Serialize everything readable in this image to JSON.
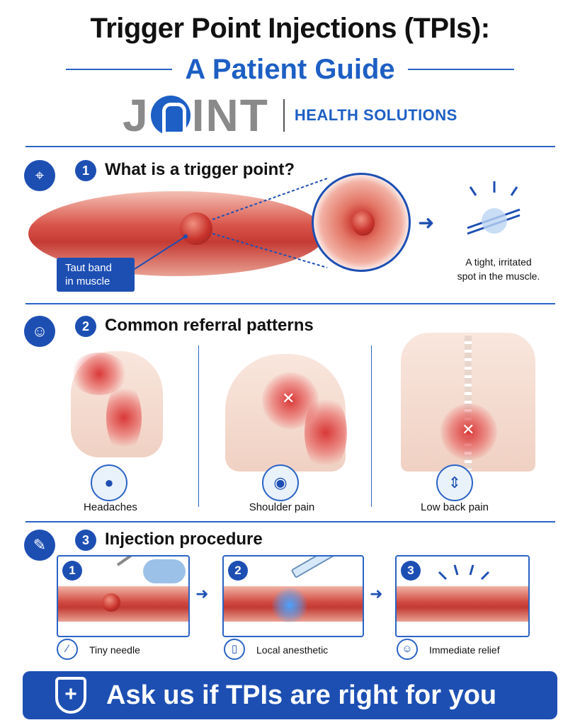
{
  "header": {
    "title_line1": "Trigger Point Injections (TPIs):",
    "title_line2": "A Patient Guide"
  },
  "logo": {
    "word_left": "J",
    "word_right": "INT",
    "subtitle": "HEALTH SOLUTIONS"
  },
  "section1": {
    "number": "1",
    "title": "What is a trigger point?",
    "icon": "target-icon",
    "label_line1": "Taut band",
    "label_line2": "in muscle",
    "desc_line1": "A tight, irritated",
    "desc_line2": "spot in the muscle."
  },
  "section2": {
    "number": "2",
    "title": "Common referral patterns",
    "icon": "person-icon",
    "items": [
      {
        "caption": "Headaches",
        "icon": "head-icon"
      },
      {
        "caption": "Shoulder pain",
        "icon": "shoulder-icon"
      },
      {
        "caption": "Low back pain",
        "icon": "spine-icon"
      }
    ]
  },
  "section3": {
    "number": "3",
    "title": "Injection procedure",
    "icon": "syringe-icon",
    "steps": [
      {
        "number": "1",
        "caption": "Tiny needle",
        "icon": "needle-icon"
      },
      {
        "number": "2",
        "caption": "Local anesthetic",
        "icon": "vial-icon"
      },
      {
        "number": "3",
        "caption": "Immediate relief",
        "icon": "smile-icon"
      }
    ]
  },
  "banner": {
    "text": "Ask us if TPIs are right for you",
    "icon": "shield-plus-icon"
  },
  "colors": {
    "brand_blue": "#1d4fb3",
    "accent_blue": "#1d5fc4",
    "muscle_red": "#c8332c",
    "logo_gray": "#8a8a8a"
  }
}
